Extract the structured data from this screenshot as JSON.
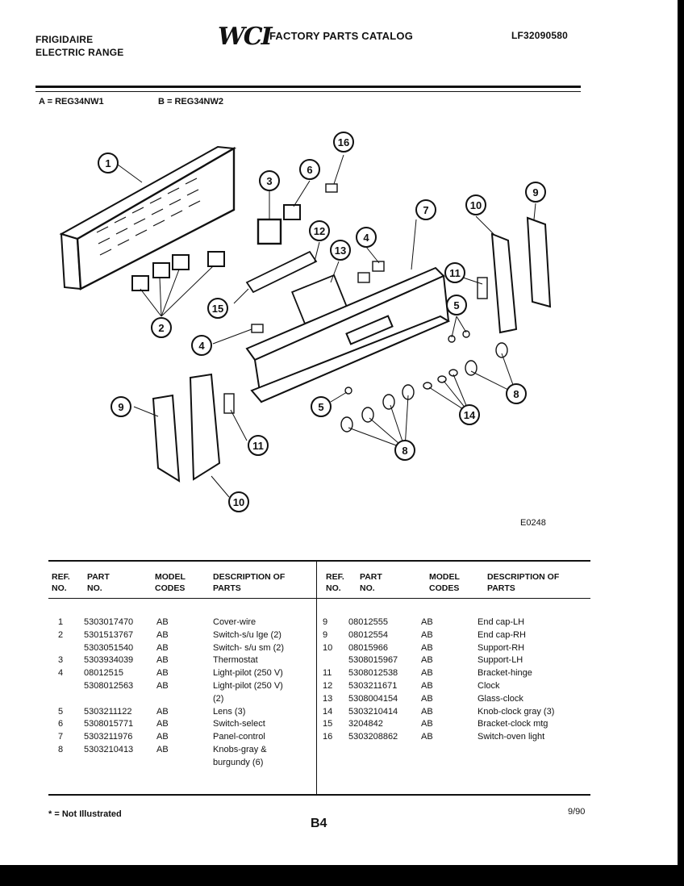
{
  "header": {
    "brand": "FRIGIDAIRE",
    "product": "ELECTRIC RANGE",
    "logo": "WCI",
    "catalog_title": "FACTORY PARTS CATALOG",
    "catalog_number": "LF32090580"
  },
  "models": {
    "a": "A = REG34NW1",
    "b": "B = REG34NW2"
  },
  "diagram": {
    "drawing_id": "E0248",
    "callouts": [
      "1",
      "2",
      "3",
      "4",
      "4",
      "5",
      "5",
      "6",
      "7",
      "8",
      "8",
      "9",
      "9",
      "10",
      "10",
      "11",
      "11",
      "12",
      "13",
      "14",
      "15",
      "16"
    ]
  },
  "table": {
    "headers": {
      "ref": "REF. NO.",
      "part": "PART NO.",
      "model": "MODEL CODES",
      "desc": "DESCRIPTION OF PARTS"
    },
    "left_rows": [
      {
        "ref": "1",
        "part": "5303017470",
        "model": "AB",
        "desc": "Cover-wire"
      },
      {
        "ref": "2",
        "part": "5301513767",
        "model": "AB",
        "desc": "Switch-s/u lge (2)"
      },
      {
        "ref": "",
        "part": "5303051540",
        "model": "AB",
        "desc": "Switch- s/u sm (2)"
      },
      {
        "ref": "3",
        "part": "5303934039",
        "model": "AB",
        "desc": "Thermostat"
      },
      {
        "ref": "4",
        "part": "08012515",
        "model": "AB",
        "desc": "Light-pilot (250 V)"
      },
      {
        "ref": "",
        "part": "5308012563",
        "model": "AB",
        "desc": "Light-pilot (250 V)"
      },
      {
        "ref": "",
        "part": "",
        "model": "",
        "desc": "(2)"
      },
      {
        "ref": "5",
        "part": "5303211122",
        "model": "AB",
        "desc": "Lens (3)"
      },
      {
        "ref": "6",
        "part": "5308015771",
        "model": "AB",
        "desc": "Switch-select"
      },
      {
        "ref": "7",
        "part": "5303211976",
        "model": "AB",
        "desc": "Panel-control"
      },
      {
        "ref": "8",
        "part": "5303210413",
        "model": "AB",
        "desc": "Knobs-gray &"
      },
      {
        "ref": "",
        "part": "",
        "model": "",
        "desc": "burgundy (6)"
      }
    ],
    "right_rows": [
      {
        "ref": "9",
        "part": "08012555",
        "model": "AB",
        "desc": "End cap-LH"
      },
      {
        "ref": "9",
        "part": "08012554",
        "model": "AB",
        "desc": "End cap-RH"
      },
      {
        "ref": "10",
        "part": "08015966",
        "model": "AB",
        "desc": "Support-RH"
      },
      {
        "ref": "",
        "part": "5308015967",
        "model": "AB",
        "desc": "Support-LH"
      },
      {
        "ref": "11",
        "part": "5308012538",
        "model": "AB",
        "desc": "Bracket-hinge"
      },
      {
        "ref": "12",
        "part": "5303211671",
        "model": "AB",
        "desc": "Clock"
      },
      {
        "ref": "13",
        "part": "5308004154",
        "model": "AB",
        "desc": "Glass-clock"
      },
      {
        "ref": "14",
        "part": "5303210414",
        "model": "AB",
        "desc": "Knob-clock gray (3)"
      },
      {
        "ref": "15",
        "part": "3204842",
        "model": "AB",
        "desc": "Bracket-clock mtg"
      },
      {
        "ref": "16",
        "part": "5303208862",
        "model": "AB",
        "desc": "Switch-oven light"
      }
    ]
  },
  "footer": {
    "note": "* = Not Illustrated",
    "page": "B4",
    "date": "9/90"
  }
}
